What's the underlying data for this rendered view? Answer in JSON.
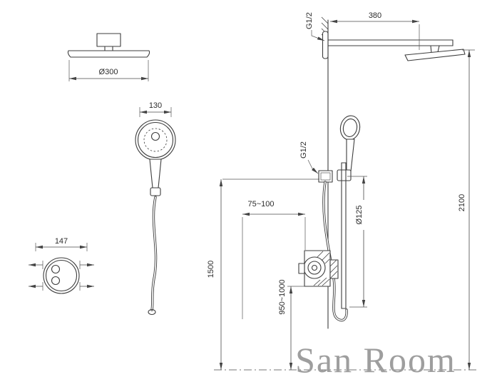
{
  "watermark": "San Room",
  "views": {
    "overhead_shower": {
      "diameter": "Ø300"
    },
    "hand_shower": {
      "width": "130"
    },
    "mixer": {
      "width": "147"
    },
    "installation": {
      "arm_thread": "G1/2",
      "arm_length": "380",
      "overall_height": "2100",
      "outlet_thread": "G1/2",
      "bar_dim": "Ø125",
      "valve_depth": "75~100",
      "outlet_height": "1500",
      "valve_height": "950~1000"
    }
  }
}
